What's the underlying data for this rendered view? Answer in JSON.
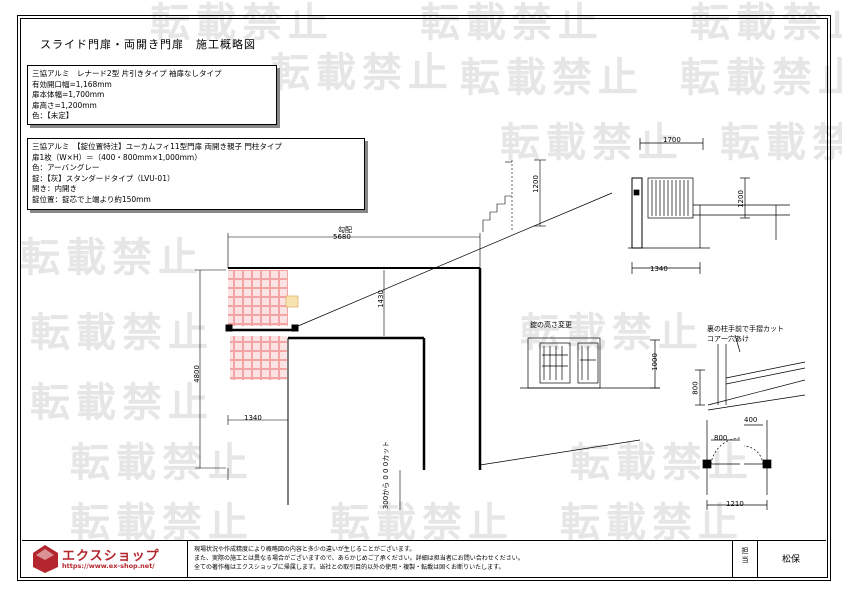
{
  "watermark": "転載禁止",
  "title": "スライド門扉・両開き門扉　施工概略図",
  "spec1": {
    "lines": [
      "三協アルミ　レナード2型 片引きタイプ 袖扉なしタイプ",
      "有効開口幅=1,168mm",
      "扉本体幅=1,700mm",
      "扉高さ=1,200mm",
      "色：【未定】"
    ]
  },
  "spec2": {
    "lines": [
      "三協アルミ　【錠位置特注】ユーカムフィ11型門扉 両開き親子 門柱タイプ",
      "扉1枚（W×H）＝（400・800mm×1,000mm）",
      "色：アーバングレー",
      "錠：【灰】スタンダードタイプ（LVU-01）",
      "開き：内開き",
      "錠位置：錠芯で上端より約150mm"
    ]
  },
  "dims": {
    "d1700": "1700",
    "d1200": "1200",
    "d1200b": "1200",
    "d1340_top": "1340",
    "slope_label": "勾配",
    "d5680": "5680",
    "d1430": "1430",
    "d4800": "4800",
    "d1340_bottom": "1340",
    "d1000": "1000",
    "d800_side": "800",
    "d400": "400",
    "d800": "800",
    "d1210": "1210",
    "cut_label": "300から 0 0 0カット"
  },
  "notes": {
    "lock_change": "錠の高さ変更",
    "rail_cut": "裏の柱手前で手摺カット",
    "core_hole": "コア一穴あけ"
  },
  "footer": {
    "logo": "エクスショップ",
    "url": "https://www.ex-shop.net/",
    "disclaimer": [
      "現場状況や作成精度により概略図の内容と多少の違いが生じることがございます。",
      "また、実際の施工とは異なる場合がございますので、あらかじめご了承ください。詳細は担当者にお問い合わせください。",
      "全ての著作権はエクスショップに帰属します。当社との取引目的以外の使用・複製・転載は固くお断りいたします。"
    ],
    "tanto_label": "担当",
    "tanto_name": "松保"
  },
  "colors": {
    "border": "#000000",
    "watermark": "#e6e6e6",
    "paving": "#f2a0a0",
    "logo": "#b3262d"
  }
}
